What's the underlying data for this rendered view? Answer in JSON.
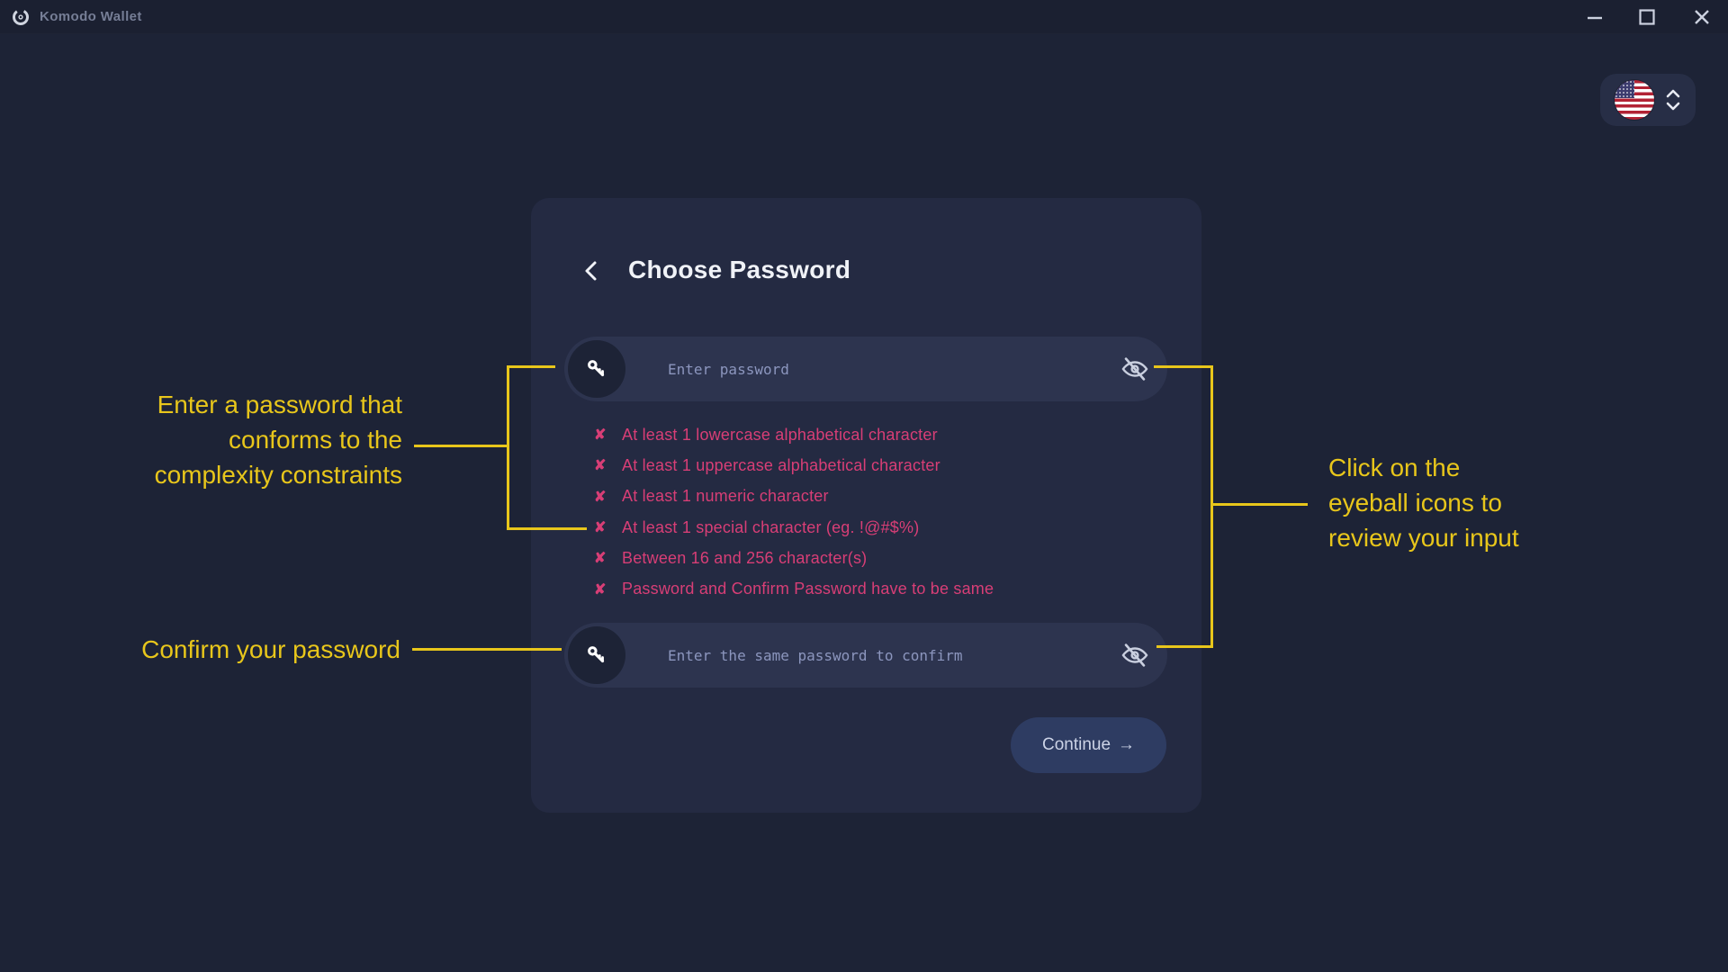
{
  "window": {
    "app_title": "Komodo Wallet",
    "controls": {
      "minimize_icon": "minimize-line",
      "maximize_icon": "maximize-square",
      "close_icon": "close-x"
    },
    "logo_icon": "komodo-ring-logo"
  },
  "language_selector": {
    "selected_flag_icon": "us-flag",
    "control_icon": "chevron-up-down"
  },
  "dialog": {
    "back_icon": "chevron-left",
    "title": "Choose Password",
    "password_input": {
      "value": "",
      "placeholder": "Enter password",
      "left_icon": "key-icon",
      "right_icon": "eye-slash-icon"
    },
    "confirm_input": {
      "value": "",
      "placeholder": "Enter the same password to confirm",
      "left_icon": "key-icon",
      "right_icon": "eye-slash-icon"
    },
    "validation_mark": "✘",
    "validations": [
      "At least 1 lowercase alphabetical character",
      "At least 1 uppercase alphabetical character",
      "At least 1 numeric character",
      "At least 1 special character (eg. !@#$%)",
      "Between 16 and 256 character(s)",
      "Password and Confirm Password have to be same"
    ],
    "continue_button": {
      "label": "Continue",
      "arrow": "→"
    }
  },
  "annotations": {
    "password_note_lines": [
      "Enter a password that",
      "conforms to the",
      "complexity constraints"
    ],
    "confirm_note": "Confirm your password",
    "eyeball_note_lines": [
      "Click on the",
      "eyeball icons to",
      "review your input"
    ]
  },
  "colors": {
    "background": "#1d2336",
    "titlebar": "#1b2031",
    "card": "#242a42",
    "field": "#2d344f",
    "key_badge": "#1d2336",
    "button": "#2e3c62",
    "error_pink": "#d83e76",
    "annotation_yellow": "#e8c61b"
  }
}
